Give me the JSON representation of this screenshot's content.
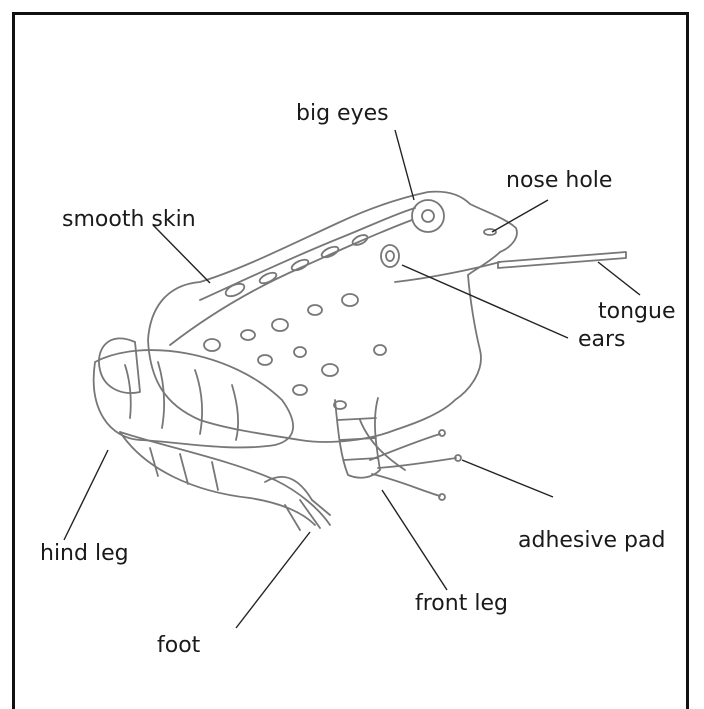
{
  "labels": {
    "big_eyes": "big eyes",
    "nose_hole": "nose hole",
    "smooth_skin": "smooth skin",
    "tongue": "tongue",
    "ears": "ears",
    "hind_leg": "hind leg",
    "adhesive_pad": "adhesive pad",
    "front_leg": "front leg",
    "foot": "foot"
  },
  "colors": {
    "outline": "#777777",
    "leader": "#222222",
    "text": "#1a1a1a",
    "frame": "#111111"
  }
}
